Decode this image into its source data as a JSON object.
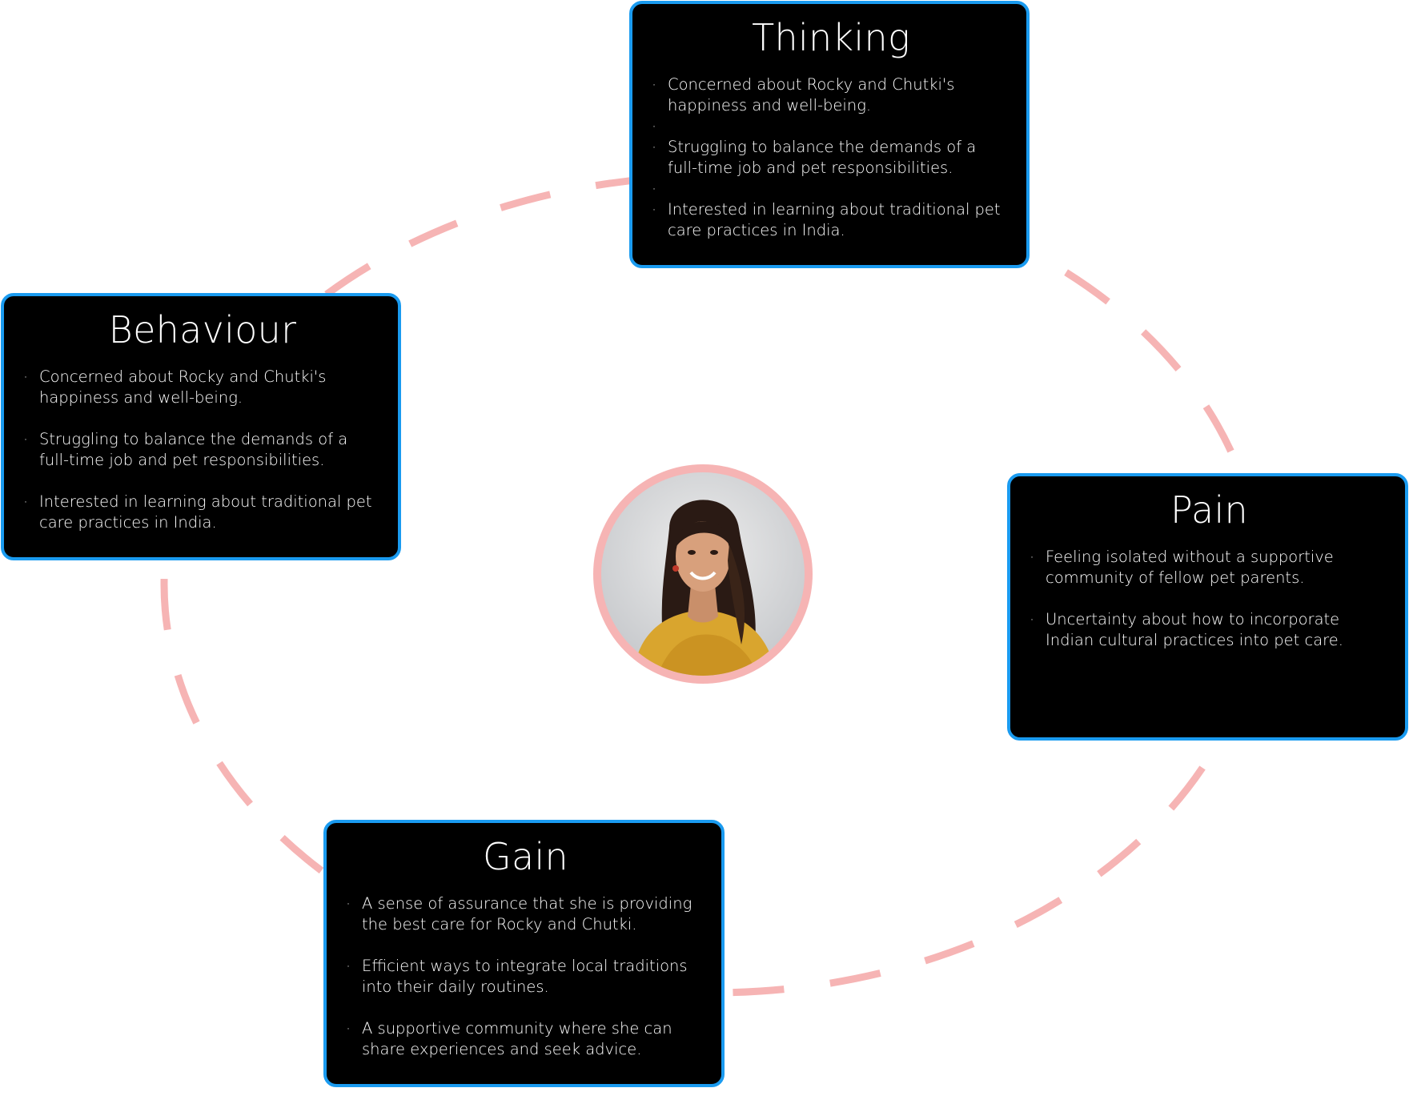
{
  "colors": {
    "card_background": "#000000",
    "card_border": "#1a9bf0",
    "card_text": "#ffffff",
    "ring_dash": "#f6b4b4",
    "avatar_ring": "#f6b4b4",
    "page_background": "#ffffff"
  },
  "persona": {
    "photo_icon": "persona-photo"
  },
  "thinking": {
    "title": "Thinking",
    "items": [
      "Concerned about Rocky and Chutki's happiness and well-being.",
      "Struggling to balance the demands of a full-time job and pet responsibilities.",
      "Interested in learning about traditional pet care practices in India."
    ]
  },
  "behaviour": {
    "title": "Behaviour",
    "items": [
      "Concerned about Rocky and Chutki's happiness and well-being.",
      "Struggling to balance the demands of a full-time job and pet responsibilities.",
      "Interested in learning about traditional pet care practices in India."
    ]
  },
  "pain": {
    "title": "Pain",
    "items": [
      "Feeling isolated without a supportive community of fellow pet parents.",
      "Uncertainty about how to incorporate Indian cultural practices into pet care."
    ]
  },
  "gain": {
    "title": "Gain",
    "items": [
      "A sense of assurance that she is providing the best care for Rocky and Chutki.",
      "Efficient ways to integrate local traditions into their daily routines.",
      "A supportive community where she can share experiences and seek advice."
    ]
  }
}
